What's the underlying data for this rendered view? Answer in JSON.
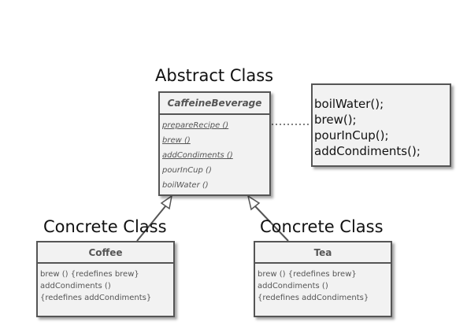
{
  "labels": {
    "abstract": "Abstract Class",
    "concrete_left": "Concrete Class",
    "concrete_right": "Concrete Class"
  },
  "abstract_class": {
    "name": "CaffeineBeverage",
    "operations": [
      "prepareRecipe ()",
      "brew ()",
      "addCondiments ()",
      "pourInCup ()",
      "boilWater ()"
    ]
  },
  "note": {
    "lines": [
      "boilWater();",
      "brew();",
      "pourInCup();",
      "addCondiments();"
    ]
  },
  "coffee_class": {
    "name": "Coffee",
    "operations": [
      "brew () {redefines brew}",
      "addCondiments ()",
      "{redefines addCondiments}"
    ]
  },
  "tea_class": {
    "name": "Tea",
    "operations": [
      "brew () {redefines brew}",
      "addCondiments ()",
      "{redefines addCondiments}"
    ]
  },
  "colors": {
    "box_fill": "#f2f2f2",
    "box_border": "#555555",
    "text_dark": "#111111",
    "text_mid": "#555555"
  }
}
